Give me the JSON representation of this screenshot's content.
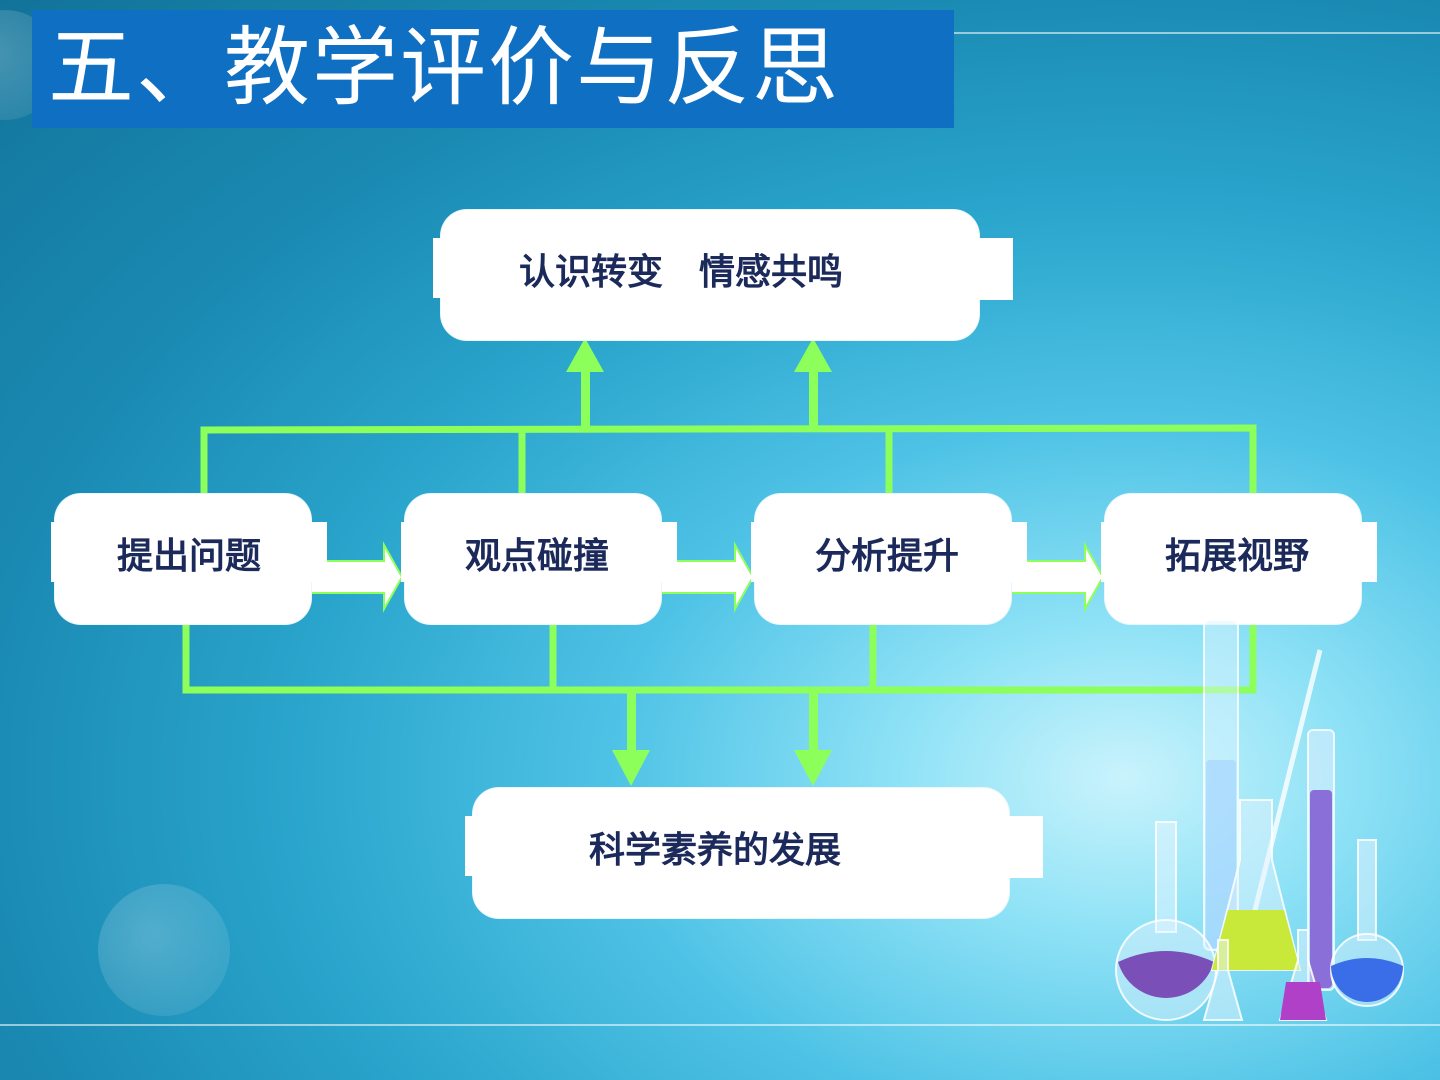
{
  "slide": {
    "title": "五、教学评价与反思"
  },
  "diagram": {
    "top_node": {
      "label": "认识转变　情感共鸣"
    },
    "process_nodes": [
      {
        "label": "提出问题"
      },
      {
        "label": "观点碰撞"
      },
      {
        "label": "分析提升"
      },
      {
        "label": "拓展视野"
      }
    ],
    "bottom_node": {
      "label": "科学素养的发展"
    }
  },
  "colors": {
    "title_bar": "#0f6fc3",
    "connector": "#8cff5a",
    "node_fill": "#ffffff",
    "node_text": "#1b2a5a"
  },
  "icons": {
    "decoration": "lab-glassware-icon"
  }
}
